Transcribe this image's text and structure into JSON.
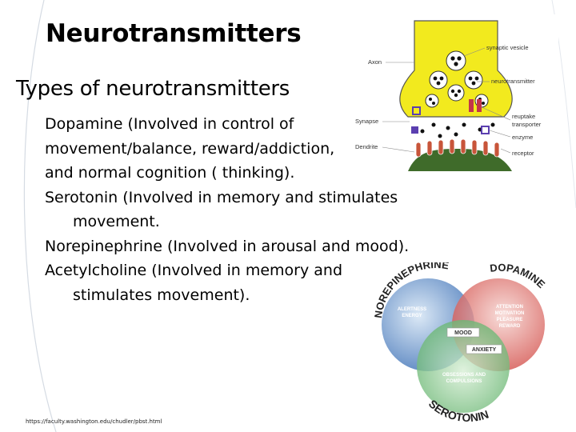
{
  "title": "Neurotransmitters",
  "subtitle": "Types of neurotransmitters",
  "items": [
    {
      "name": "Dopamine",
      "desc_line1": " (Involved in control of",
      "desc_line2": "movement/balance, reward/addiction,",
      "desc_line3": "and normal  cognition ( thinking)."
    },
    {
      "name": "Serotonin",
      "desc_line1": " (Involved in memory and stimulates",
      "desc_line2": "movement."
    },
    {
      "name": "Norepinephrine",
      "desc_line1": " (Involved in arousal and mood)."
    },
    {
      "name": "Acetylcholine",
      "desc_line1": " (Involved in memory and",
      "desc_line2": "stimulates movement)."
    }
  ],
  "footnote": "https://faculty.washington.edu/chudler/pbst.html",
  "synapse_diagram": {
    "labels": {
      "axon": "Axon",
      "synaptic_vesicle": "synaptic vesicle",
      "neurotransmitter": "neurotransmitter",
      "synapse": "Synapse",
      "reuptake": "reuptake",
      "transporter": "transporter",
      "enzyme": "enzyme",
      "dendrite": "Dendrite",
      "receptor": "receptor"
    },
    "colors": {
      "axon": "#f2ea1e",
      "dendrite": "#3f6b2a",
      "receptor": "#c8553a"
    }
  },
  "venn_diagram": {
    "labels": {
      "norepinephrine": "NOREPINEPHRINE",
      "dopamine": "DOPAMINE",
      "serotonin": "SEROTONIN",
      "alertness": "ALERTNESS",
      "energy": "ENERGY",
      "attention": "ATTENTION",
      "motivation": "MOTIVATION",
      "pleasure": "PLEASURE",
      "reward": "REWARD",
      "mood": "MOOD",
      "anxiety": "ANXIETY",
      "obsessions": "OBSESSIONS AND",
      "compulsions": "COMPULSIONS"
    },
    "colors": {
      "norepinephrine": "#4a7fc1",
      "dopamine": "#d9544d",
      "serotonin": "#5bb56a"
    }
  }
}
